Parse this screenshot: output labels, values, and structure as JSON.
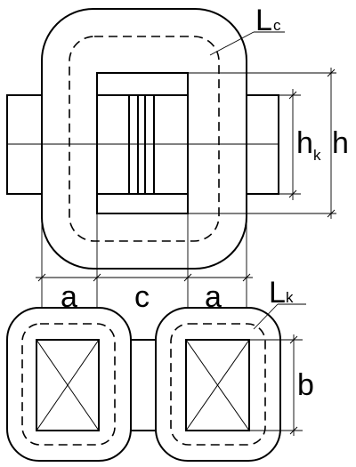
{
  "labels": {
    "core_path_main": "L",
    "core_path_sub": "c",
    "winding_height_main": "h",
    "winding_height_sub": "k",
    "window_height": "h",
    "dim_a_left": "a",
    "dim_c": "c",
    "dim_a_right": "a",
    "turn_path_main": "L",
    "turn_path_sub": "k",
    "dim_b": "b"
  }
}
